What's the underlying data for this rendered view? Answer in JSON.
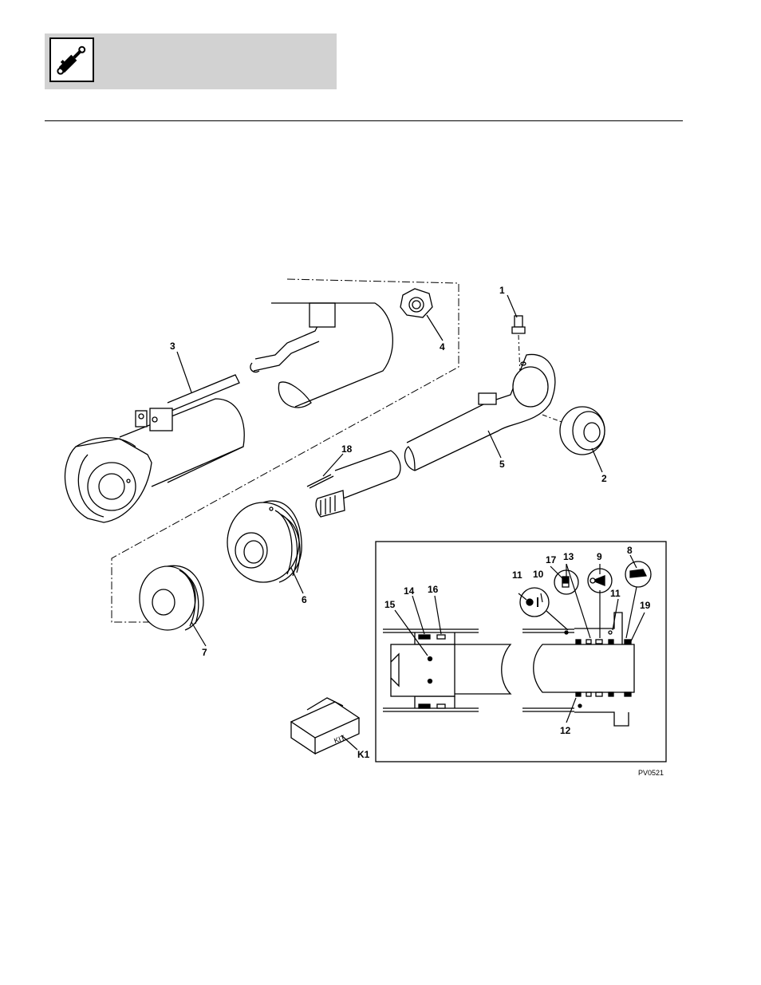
{
  "header": {
    "icon": "hydraulic-cylinder-icon"
  },
  "figure_id": "PV0521",
  "kit_box_label": "KIT",
  "callouts": {
    "c1": "1",
    "c2": "2",
    "c3": "3",
    "c4": "4",
    "c5": "5",
    "c6": "6",
    "c7": "7",
    "c8": "8",
    "c9": "9",
    "c10": "10",
    "c11a": "11",
    "c11b": "11",
    "c12": "12",
    "c13": "13",
    "c14": "14",
    "c15": "15",
    "c16": "16",
    "c17": "17",
    "c18": "18",
    "c19": "19",
    "k1": "K1"
  }
}
